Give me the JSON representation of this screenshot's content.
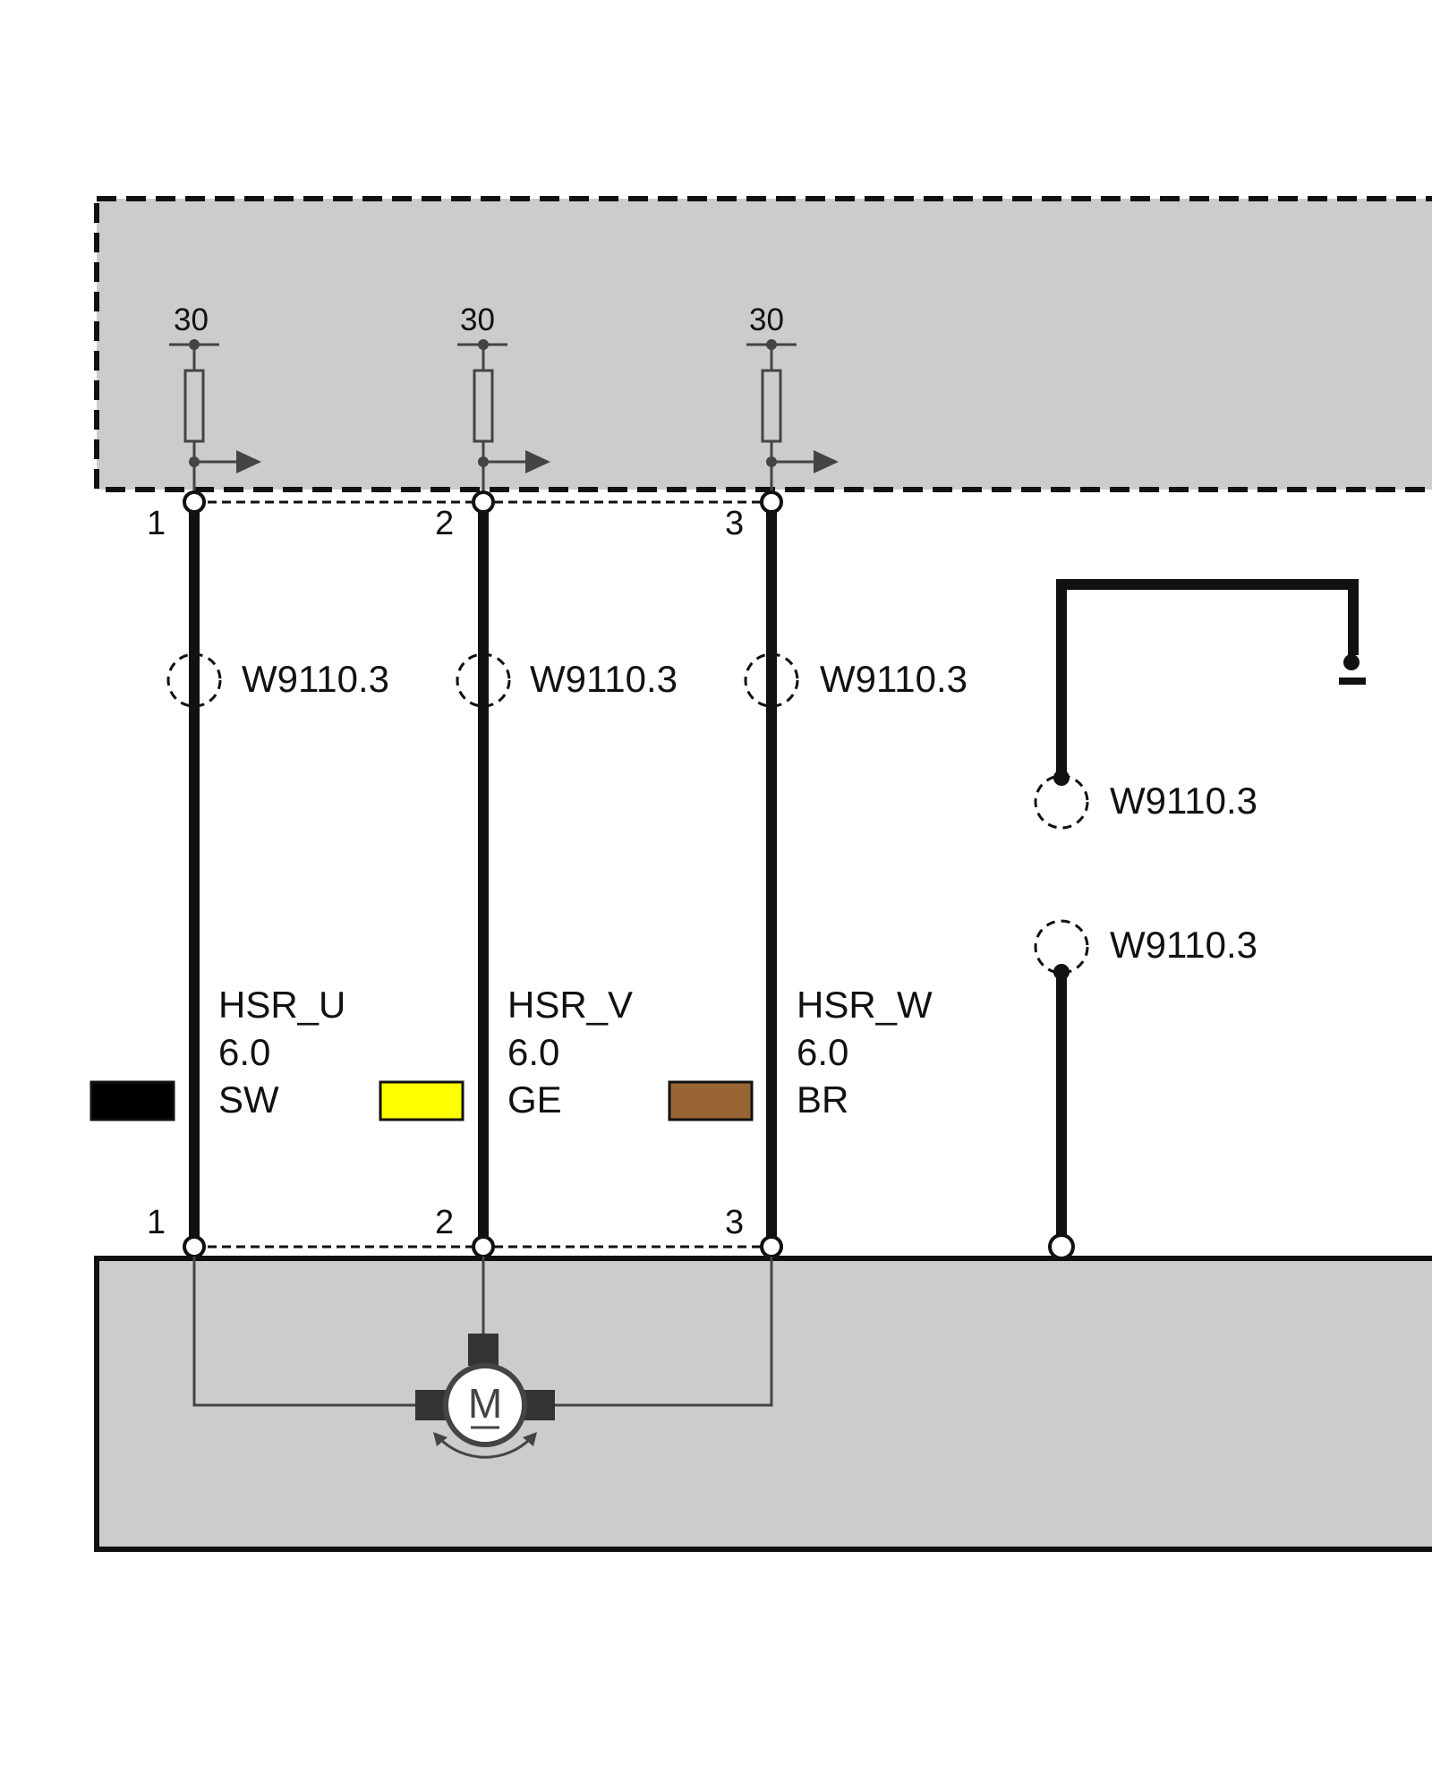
{
  "colors": {
    "module_fill": "#cccccc",
    "wire": "#111111",
    "SW": "#000000",
    "GE": "#ffff00",
    "BR": "#996633"
  },
  "top_module": {
    "feeds": [
      {
        "terminal": "30"
      },
      {
        "terminal": "30"
      },
      {
        "terminal": "30"
      }
    ]
  },
  "wires": [
    {
      "pin_top": "1",
      "pin_bottom": "1",
      "splice": "W9110.3",
      "signal": "HSR_U",
      "gauge": "6.0",
      "color_code": "SW",
      "swatch_color": "#000000"
    },
    {
      "pin_top": "2",
      "pin_bottom": "2",
      "splice": "W9110.3",
      "signal": "HSR_V",
      "gauge": "6.0",
      "color_code": "GE",
      "swatch_color": "#ffff00"
    },
    {
      "pin_top": "3",
      "pin_bottom": "3",
      "splice": "W9110.3",
      "signal": "HSR_W",
      "gauge": "6.0",
      "color_code": "BR",
      "swatch_color": "#996633"
    }
  ],
  "ground_wire": {
    "splice_upper": "W9110.3",
    "splice_lower": "W9110.3"
  },
  "motor": {
    "symbol": "M",
    "icon": "motor-icon"
  }
}
